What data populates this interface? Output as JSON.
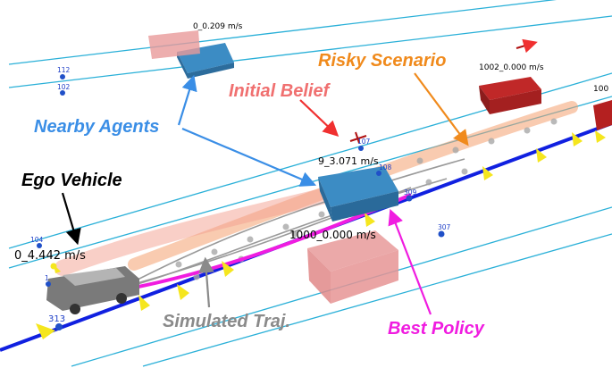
{
  "callouts": {
    "risky_scenario": "Risky Scenario",
    "initial_belief": "Initial Belief",
    "nearby_agents": "Nearby Agents",
    "ego_vehicle": "Ego Vehicle",
    "simulated_traj": "Simulated Traj.",
    "best_policy": "Best Policy"
  },
  "vehicle_labels": {
    "top_agent_speed": "0_0.209 m/s",
    "agent_1002": "1002_0.000 m/s",
    "agent_9": "9_3.071 m/s",
    "agent_1000": "1000_0.000 m/s",
    "ego": "0_4.442 m/s",
    "edge_label": "100"
  },
  "node_ids": {
    "n112": "112",
    "n102": "102",
    "n107": "107",
    "n108": "108",
    "n309": "309",
    "n307": "307",
    "n104": "104",
    "n1": "1",
    "n313": "313"
  },
  "colors": {
    "risky": "#f08a1c",
    "belief": "#f07070",
    "nearby": "#3a8ee6",
    "ego": "#000000",
    "simulated": "#8a8a8a",
    "policy": "#f01ce0",
    "lane_cyan": "#2ab0d8",
    "lane_blue": "#1020e0",
    "blue_box": "#3c8cc4",
    "red_box": "#b42020",
    "pink_box": "#e89a9a",
    "yellow_marker": "#f5e61e"
  }
}
